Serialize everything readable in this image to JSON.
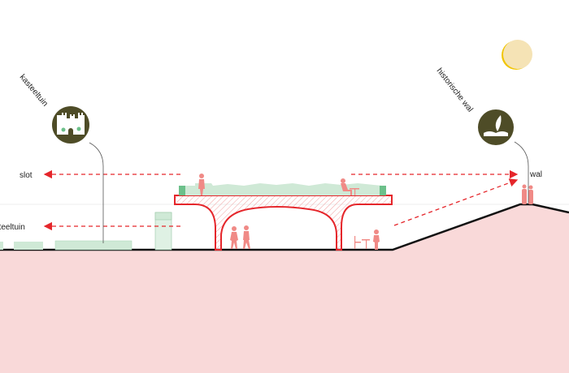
{
  "labels": {
    "kasteeltuin_icon_label": "kasteeltuin",
    "historische_wal_icon_label": "historische wal",
    "slot": "slot",
    "kasteeltuin_arrow": "kasteeltuin",
    "wal": "wal"
  },
  "colors": {
    "ground": "#f9d9d9",
    "structure": "#e5262b",
    "green": "#cfe9d6",
    "green_dark": "#6cc08a",
    "icon_circle": "#4e4c27",
    "people": "#f08a86",
    "sun": "#f5e3b5",
    "sun_edge": "#f1c500"
  }
}
